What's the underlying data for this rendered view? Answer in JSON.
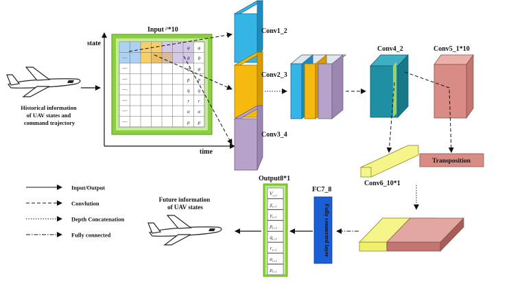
{
  "labels": {
    "state": "state",
    "time": "time",
    "input_prefix": "Input",
    "input_sup": "ρ",
    "input_suffix": "*10",
    "conv1": "Conv1_2",
    "conv2": "Conv2_3",
    "conv3": "Conv3_4",
    "conv4": "Conv4_2",
    "conv5": "Conv5_1*10",
    "conv6": "Conv6_10*1",
    "transposition": "Transposition",
    "fc": "FC7_8",
    "fc_inner": "Fully connected layer",
    "output": "Output8*1",
    "historical": [
      "Historical information",
      "of UAV states and",
      "command trajectory"
    ],
    "future": [
      "Future information",
      "of UAV states"
    ]
  },
  "legend": [
    {
      "label": "Input/Output",
      "style": "solid"
    },
    {
      "label": "Convlution",
      "style": "dashed"
    },
    {
      "label": "Depth Concatenation",
      "style": "dotted"
    },
    {
      "label": "Fully connected",
      "style": "dashdot"
    }
  ],
  "matrix_col_labels": [
    "φ",
    "θ",
    "ψ",
    "p",
    "q",
    "r",
    "α",
    "μ"
  ],
  "output_cells": [
    "Vt+1",
    "χt+1",
    "γt+1",
    "pt+1",
    "qt+1",
    "rt+1",
    "αt+1",
    "μt+1"
  ],
  "colors": {
    "conv1": "#35b4e6",
    "conv2": "#f5b90f",
    "conv3": "#b7a2c9",
    "conv4": "#1f8fa3",
    "conv5": "#d98c86",
    "conv6": "#f6f58a",
    "fc": "#1a5fd6",
    "frame": "#8ccf3c"
  }
}
